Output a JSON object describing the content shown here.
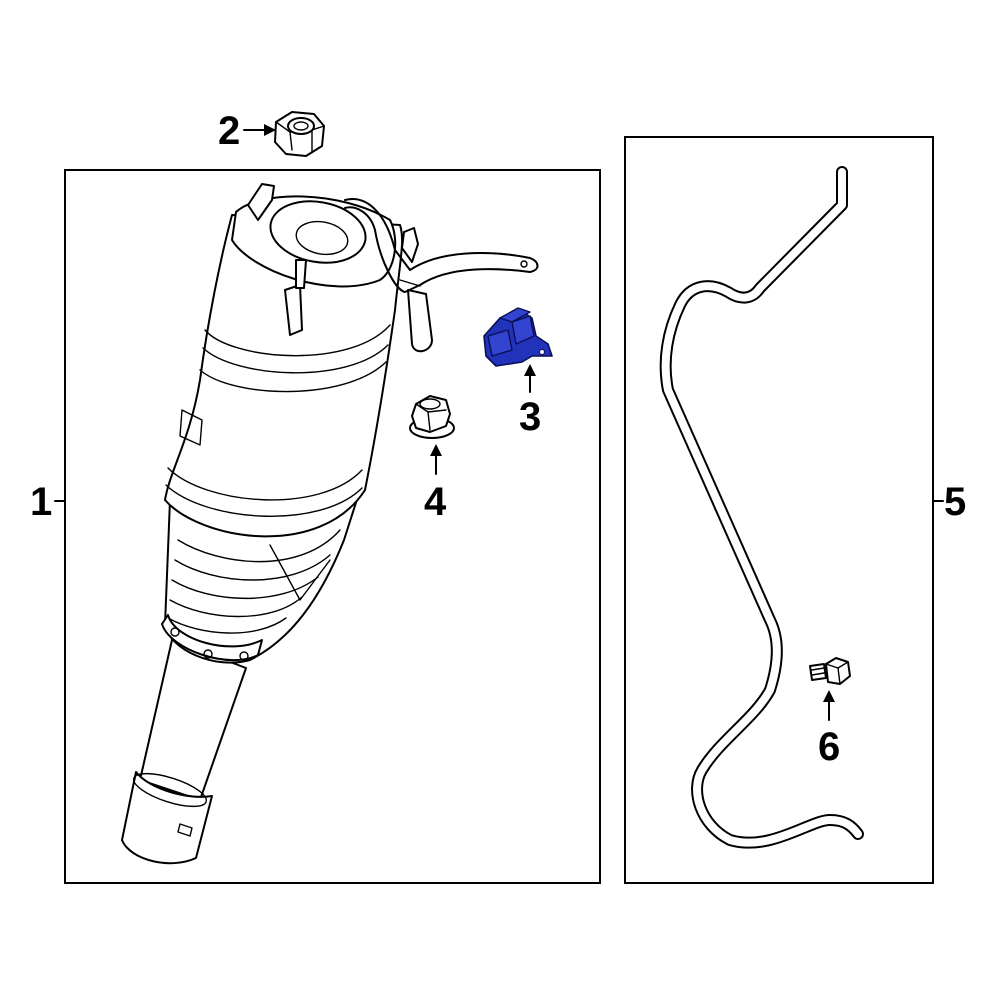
{
  "callouts": [
    {
      "id": "1",
      "label": "1"
    },
    {
      "id": "2",
      "label": "2"
    },
    {
      "id": "3",
      "label": "3"
    },
    {
      "id": "4",
      "label": "4"
    },
    {
      "id": "5",
      "label": "5"
    },
    {
      "id": "6",
      "label": "6"
    }
  ],
  "colors": {
    "line": "#000000",
    "background": "#ffffff",
    "highlight": "#2233bb"
  },
  "highlighted_part": "3"
}
